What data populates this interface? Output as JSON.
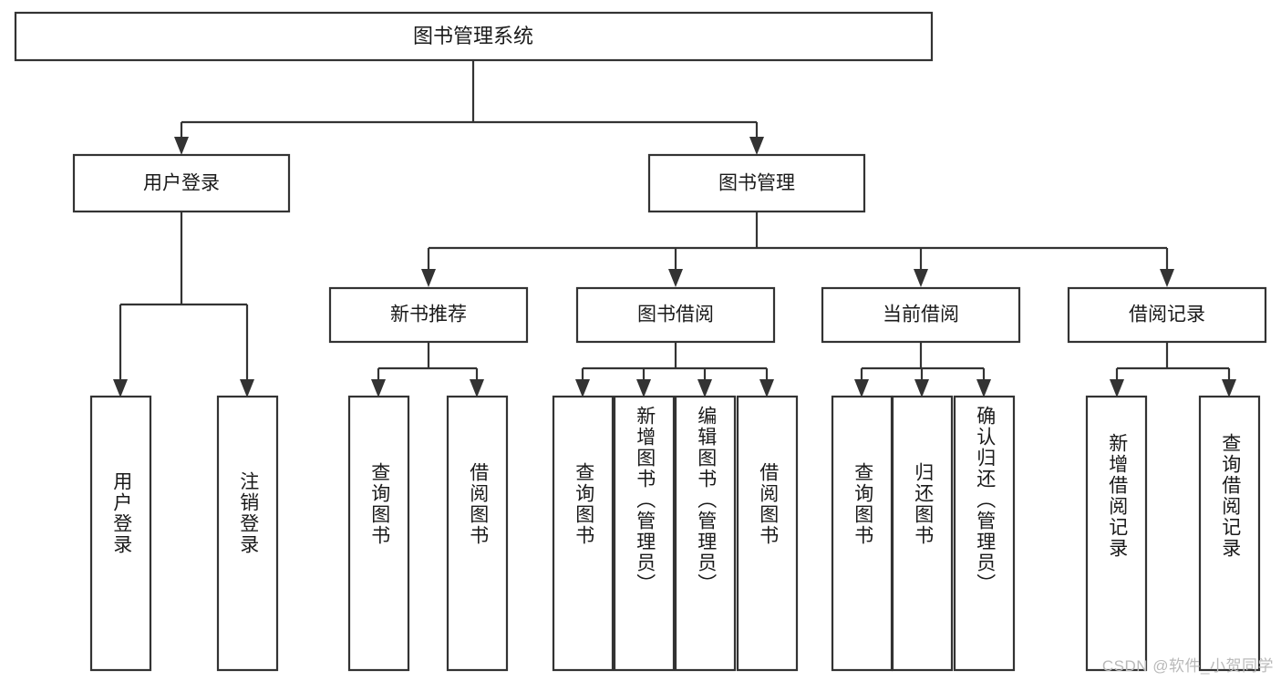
{
  "diagram": {
    "type": "tree",
    "title": "图书管理系统",
    "watermark": "CSDN @软件_小贺同学",
    "colors": {
      "box_stroke": "#333333",
      "box_fill": "#ffffff",
      "text": "#1a1a1a",
      "background": "#ffffff",
      "watermark": "#b9b9b9"
    },
    "root": {
      "label": "图书管理系统",
      "children": [
        {
          "label": "用户登录",
          "children": [
            {
              "label": "用户登录"
            },
            {
              "label": "注销登录"
            }
          ]
        },
        {
          "label": "图书管理",
          "children": [
            {
              "label": "新书推荐",
              "children": [
                {
                  "label": "查询图书"
                },
                {
                  "label": "借阅图书"
                }
              ]
            },
            {
              "label": "图书借阅",
              "children": [
                {
                  "label": "查询图书"
                },
                {
                  "label": "新增图书（管理员）"
                },
                {
                  "label": "编辑图书（管理员）"
                },
                {
                  "label": "借阅图书"
                }
              ]
            },
            {
              "label": "当前借阅",
              "children": [
                {
                  "label": "查询图书"
                },
                {
                  "label": "归还图书"
                },
                {
                  "label": "确认归还（管理员）"
                }
              ]
            },
            {
              "label": "借阅记录",
              "children": [
                {
                  "label": "新增借阅记录"
                },
                {
                  "label": "查询借阅记录"
                }
              ]
            }
          ]
        }
      ]
    },
    "nodes": {
      "root": {
        "label": "图书管理系统"
      },
      "l1": [
        {
          "label": "用户登录"
        },
        {
          "label": "图书管理"
        }
      ],
      "l2": [
        {
          "label": "新书推荐"
        },
        {
          "label": "图书借阅"
        },
        {
          "label": "当前借阅"
        },
        {
          "label": "借阅记录"
        }
      ],
      "leaves": [
        {
          "label": "用户登录"
        },
        {
          "label": "注销登录"
        },
        {
          "label": "查询图书"
        },
        {
          "label": "借阅图书"
        },
        {
          "label": "查询图书"
        },
        {
          "label": "新增图书（管理员）"
        },
        {
          "label": "编辑图书（管理员）"
        },
        {
          "label": "借阅图书"
        },
        {
          "label": "查询图书"
        },
        {
          "label": "归还图书"
        },
        {
          "label": "确认归还（管理员）"
        },
        {
          "label": "新增借阅记录"
        },
        {
          "label": "查询借阅记录"
        }
      ]
    }
  }
}
